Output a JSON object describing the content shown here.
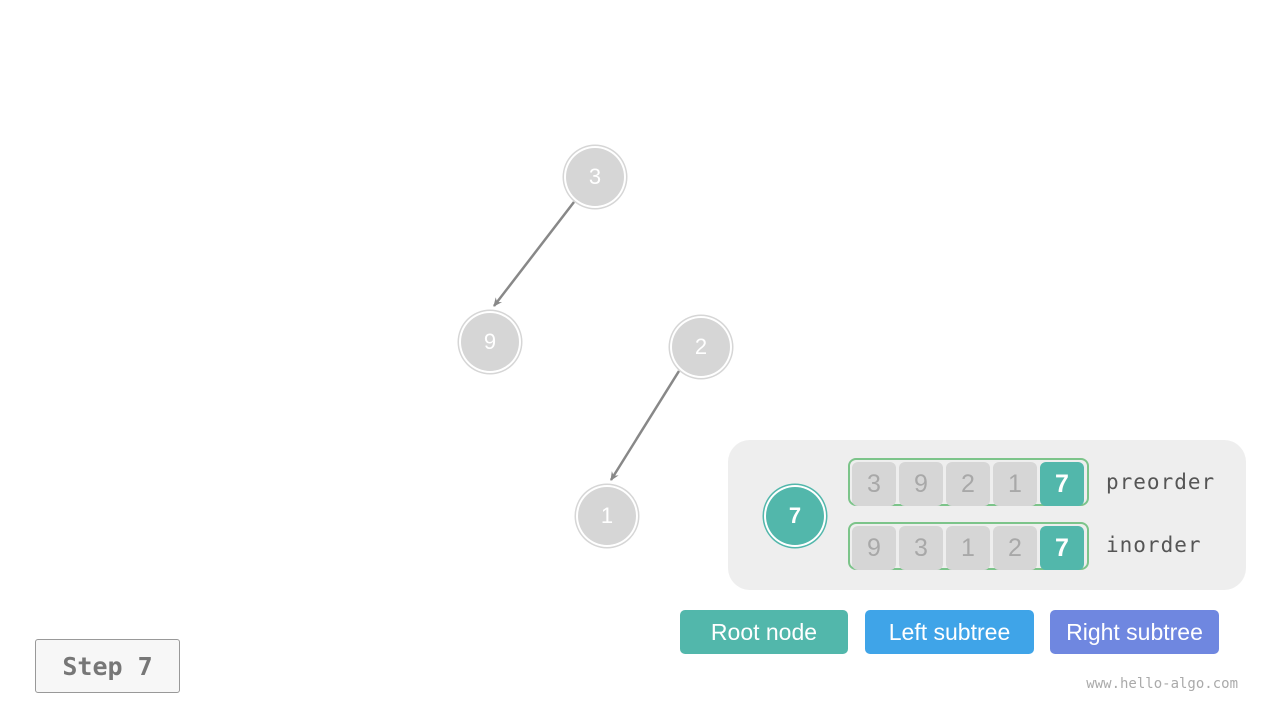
{
  "tree": {
    "nodes": [
      {
        "id": "n3",
        "label": "3"
      },
      {
        "id": "n9",
        "label": "9"
      },
      {
        "id": "n2",
        "label": "2"
      },
      {
        "id": "n1",
        "label": "1"
      }
    ],
    "edges": [
      {
        "from": "n3",
        "to": "n9"
      },
      {
        "from": "n2",
        "to": "n1"
      }
    ]
  },
  "current": {
    "label": "7",
    "preorder": {
      "label": "preorder",
      "cells": [
        "3",
        "9",
        "2",
        "1",
        "7"
      ],
      "highlight_index": 4
    },
    "inorder": {
      "label": "inorder",
      "cells": [
        "9",
        "3",
        "1",
        "2",
        "7"
      ],
      "highlight_index": 4
    }
  },
  "legend": {
    "root": {
      "label": "Root node",
      "color": "#52b7ab"
    },
    "left": {
      "label": "Left subtree",
      "color": "#3fa4e8"
    },
    "right": {
      "label": "Right subtree",
      "color": "#6f87e0"
    }
  },
  "step": {
    "label": "Step 7"
  },
  "watermark": "www.hello-algo.com",
  "colors": {
    "inactive_node": "#d6d6d6",
    "active": "#52b7ab",
    "edge": "#888888",
    "sequence_border": "#7cc48a",
    "panel": "#eeeeee"
  }
}
